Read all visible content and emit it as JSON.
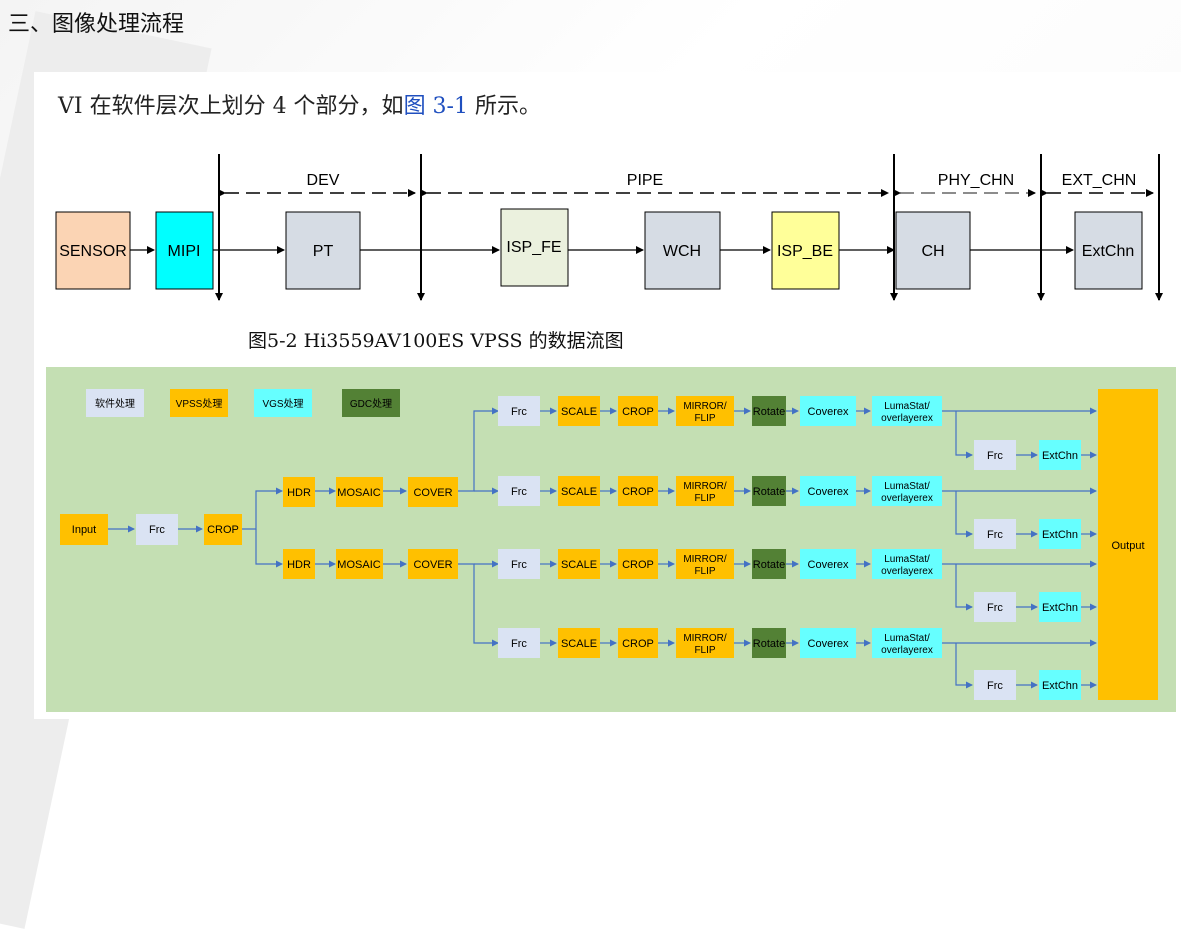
{
  "section_title": "三、图像处理流程",
  "intro": {
    "prefix": "VI 在软件层次上划分 4 个部分，如",
    "link": "图 3-1",
    "suffix": " 所示。"
  },
  "vi_diagram": {
    "layers": [
      "DEV",
      "PIPE",
      "PHY_CHN",
      "EXT_CHN"
    ],
    "blocks": {
      "sensor": "SENSOR",
      "mipi": "MIPI",
      "pt": "PT",
      "isp_fe": "ISP_FE",
      "wch": "WCH",
      "isp_be": "ISP_BE",
      "ch": "CH",
      "extchn": "ExtChn"
    },
    "colors": {
      "sensor": "#fbd4b4",
      "mipi": "#00ffff",
      "pt": "#d6dce4",
      "isp_fe": "#ebf1de",
      "wch": "#d6dce4",
      "isp_be": "#ffff99",
      "ch": "#d6dce4",
      "extchn": "#d6dce4"
    }
  },
  "figure_caption": "图5-2 Hi3559AV100ES VPSS 的数据流图",
  "vpss_diagram": {
    "legend": [
      "软件处理",
      "VPSS处理",
      "VGS处理",
      "GDC处理"
    ],
    "input": "Input",
    "frc": "Frc",
    "crop": "CROP",
    "hdr": "HDR",
    "mosaic": "MOSAIC",
    "cover": "COVER",
    "scale": "SCALE",
    "mirror_l1": "MIRROR/",
    "mirror_l2": "FLIP",
    "rotate": "Rotate",
    "coverex": "Coverex",
    "luma_l1": "LumaStat/",
    "luma_l2": "overlayerex",
    "extchn": "ExtChn",
    "output": "Output",
    "colors": {
      "panel": "#c4dfb3",
      "software": "#dae3f3",
      "vpss": "#ffc000",
      "vgs": "#66ffff",
      "gdc": "#538135",
      "arrow": "#4472c4"
    }
  }
}
